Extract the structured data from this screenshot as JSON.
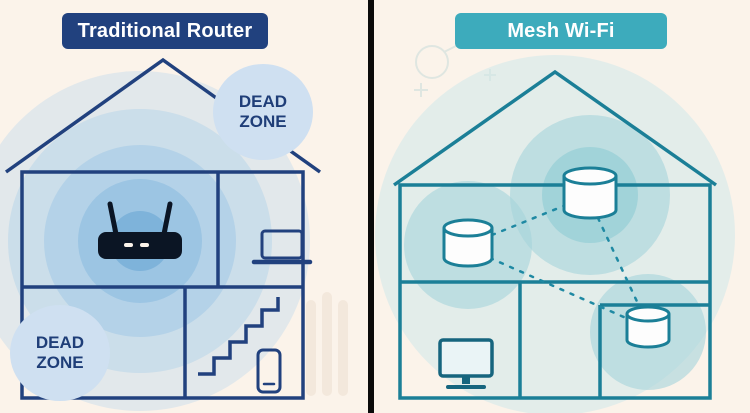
{
  "left": {
    "title": "Traditional Router",
    "dead_zone_top": "DEAD ZONE",
    "dead_zone_bottom": "DEAD ZONE"
  },
  "right": {
    "title": "Mesh Wi-Fi"
  },
  "colors": {
    "background": "#fbf3ea",
    "navy": "#21417e",
    "router_black": "#0b1524",
    "dead_zone_bubble": "#cfe0f1",
    "signal_blue": "#79aedb",
    "divider": "#0a0a0a",
    "teal_badge": "#3dabbc",
    "teal_stroke": "#1b7f97",
    "coverage_teal": "#a5d4db"
  }
}
